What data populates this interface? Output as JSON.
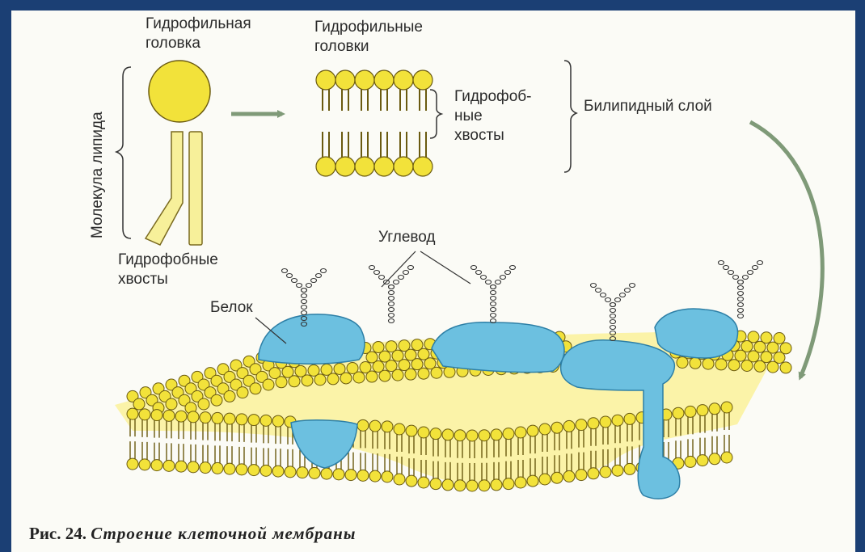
{
  "labels": {
    "hydrophilic_head": [
      "Гидрофильная",
      "головка"
    ],
    "hydrophilic_heads": [
      "Гидрофильные",
      "головки"
    ],
    "hydrophobic_tails_mid": [
      "Гидрофоб-",
      "ные",
      "хвосты"
    ],
    "bilipid_layer": "Билипидный слой",
    "lipid_molecule": "Молекула липида",
    "hydrophobic_tails": [
      "Гидрофобные",
      "хвосты"
    ],
    "carbohydrate": "Углевод",
    "protein": "Белок"
  },
  "caption": {
    "number": "Рис. 24.",
    "text": "Строение клеточной мембраны"
  },
  "colors": {
    "page_border": "#1b3f74",
    "lipid_head": "#f2e23a",
    "lipid_head_stroke": "#6a5a10",
    "lipid_tail": "#f7f09a",
    "protein": "#6cc0e0",
    "protein_stroke": "#2d7fa6",
    "arrow": "#7f9a78",
    "text": "#2a2a2a"
  }
}
